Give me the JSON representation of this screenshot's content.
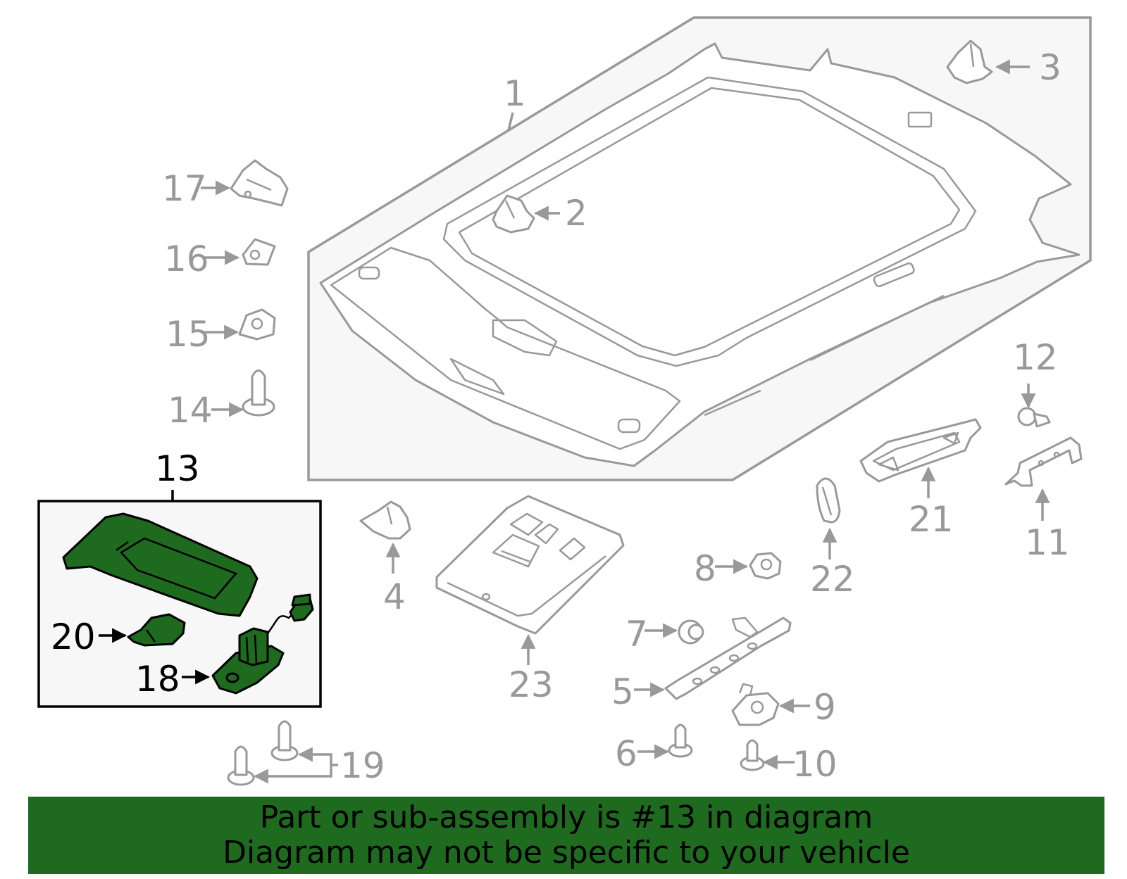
{
  "colors": {
    "accent_green": "#1e6a1e",
    "line_gray": "#999999",
    "panel_fill": "#f7f7f7",
    "highlight_text": "#000000"
  },
  "callouts": {
    "c1": "1",
    "c2": "2",
    "c3": "3",
    "c4": "4",
    "c5": "5",
    "c6": "6",
    "c7": "7",
    "c8": "8",
    "c9": "9",
    "c10": "10",
    "c11": "11",
    "c12": "12",
    "c13": "13",
    "c14": "14",
    "c15": "15",
    "c16": "16",
    "c17": "17",
    "c18": "18",
    "c19": "19",
    "c20": "20",
    "c21": "21",
    "c22": "22",
    "c23": "23"
  },
  "highlighted_part": "13",
  "banner": {
    "line1": "Part or sub-assembly is #13 in diagram",
    "line2": "Diagram may not be specific to your vehicle"
  }
}
